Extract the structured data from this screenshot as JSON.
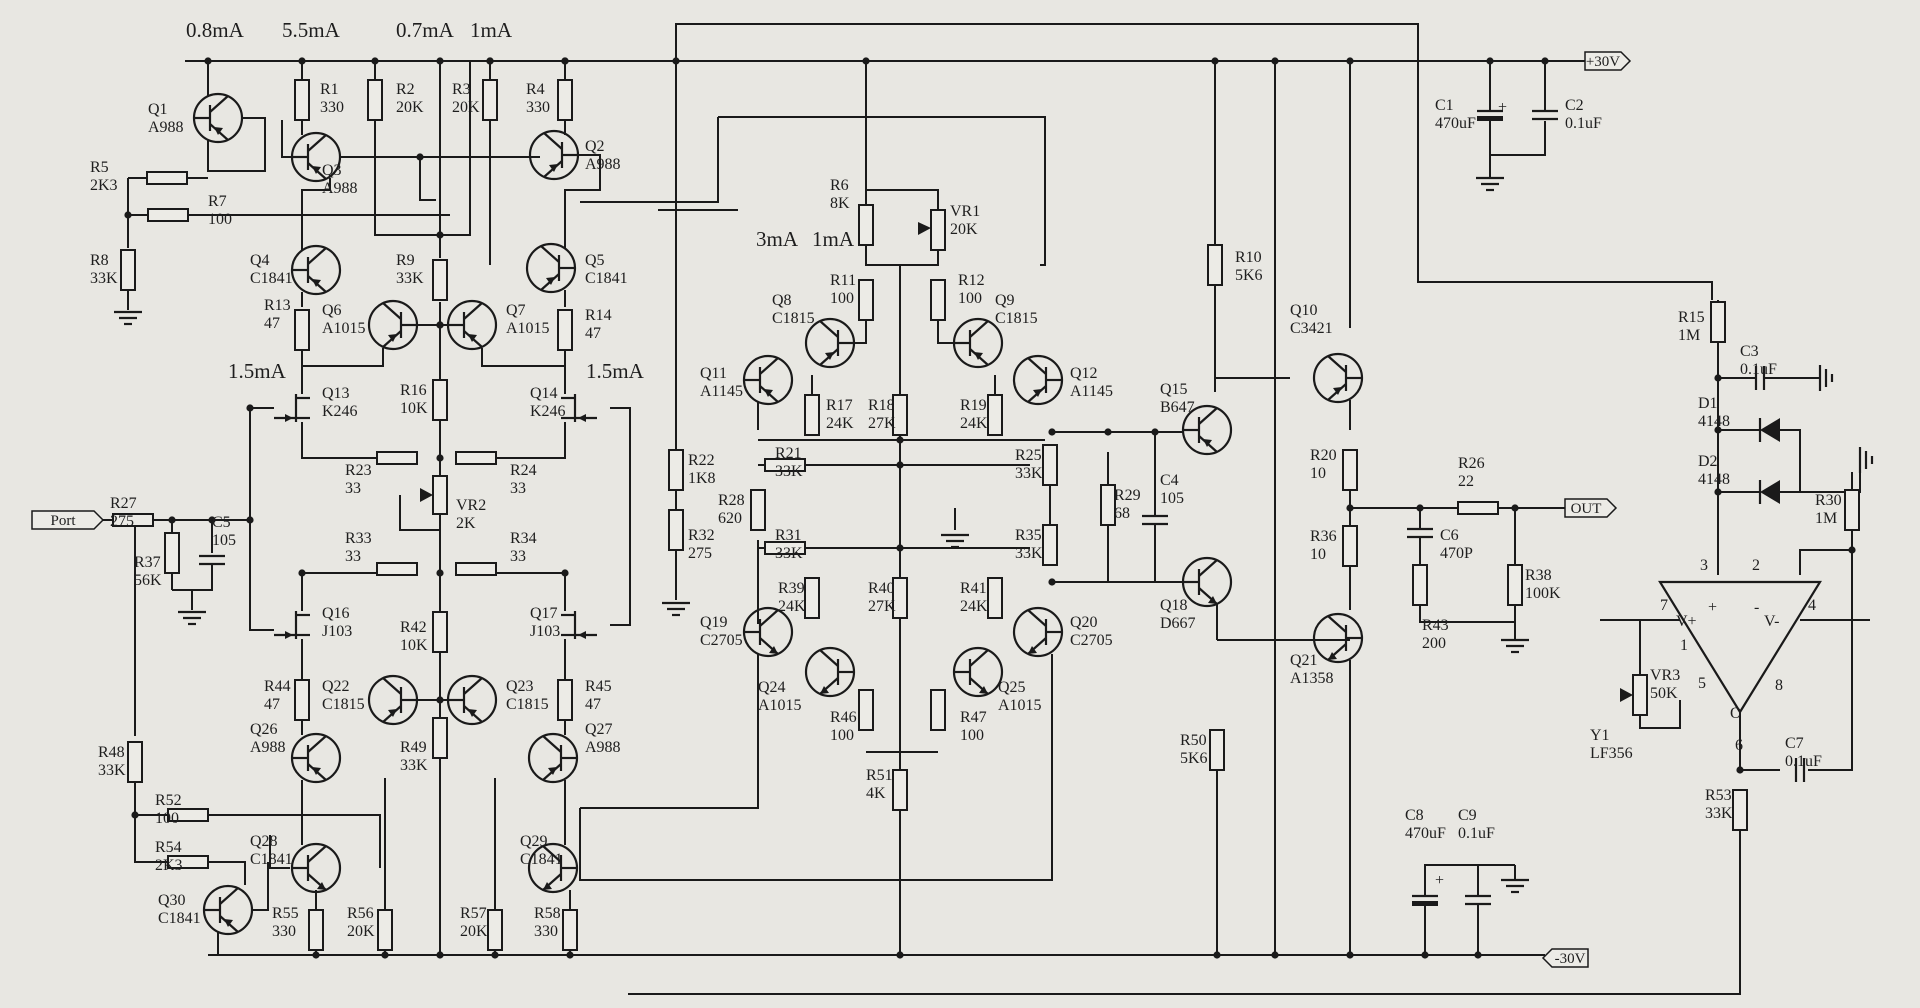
{
  "current_labels": [
    {
      "id": "c-q1",
      "text": "0.8mA"
    },
    {
      "id": "c-q3",
      "text": "5.5mA"
    },
    {
      "id": "c-r3",
      "text": "0.7mA"
    },
    {
      "id": "c-r4",
      "text": "1mA"
    },
    {
      "id": "c-q13",
      "text": "1.5mA"
    },
    {
      "id": "c-q14",
      "text": "1.5mA"
    },
    {
      "id": "c-q8",
      "text": "3mA"
    },
    {
      "id": "c-q9",
      "text": "1mA"
    }
  ],
  "ports": [
    {
      "id": "port-in",
      "text": "Port"
    },
    {
      "id": "port-pos",
      "text": "+30V"
    },
    {
      "id": "port-neg",
      "text": "-30V"
    },
    {
      "id": "port-out",
      "text": "OUT"
    }
  ],
  "components": [
    {
      "id": "Q1",
      "name": "Q1",
      "value": "A988"
    },
    {
      "id": "Q2",
      "name": "Q2",
      "value": "A988"
    },
    {
      "id": "Q3",
      "name": "Q3",
      "value": "A988"
    },
    {
      "id": "Q4",
      "name": "Q4",
      "value": "C1841"
    },
    {
      "id": "Q5",
      "name": "Q5",
      "value": "C1841"
    },
    {
      "id": "Q6",
      "name": "Q6",
      "value": "A1015"
    },
    {
      "id": "Q7",
      "name": "Q7",
      "value": "A1015"
    },
    {
      "id": "Q8",
      "name": "Q8",
      "value": "C1815"
    },
    {
      "id": "Q9",
      "name": "Q9",
      "value": "C1815"
    },
    {
      "id": "Q10",
      "name": "Q10",
      "value": "C3421"
    },
    {
      "id": "Q11",
      "name": "Q11",
      "value": "A1145"
    },
    {
      "id": "Q12",
      "name": "Q12",
      "value": "A1145"
    },
    {
      "id": "Q13",
      "name": "Q13",
      "value": "K246"
    },
    {
      "id": "Q14",
      "name": "Q14",
      "value": "K246"
    },
    {
      "id": "Q15",
      "name": "Q15",
      "value": "B647"
    },
    {
      "id": "Q16",
      "name": "Q16",
      "value": "J103"
    },
    {
      "id": "Q17",
      "name": "Q17",
      "value": "J103"
    },
    {
      "id": "Q18",
      "name": "Q18",
      "value": "D667"
    },
    {
      "id": "Q19",
      "name": "Q19",
      "value": "C2705"
    },
    {
      "id": "Q20",
      "name": "Q20",
      "value": "C2705"
    },
    {
      "id": "Q21",
      "name": "Q21",
      "value": "A1358"
    },
    {
      "id": "Q22",
      "name": "Q22",
      "value": "C1815"
    },
    {
      "id": "Q23",
      "name": "Q23",
      "value": "C1815"
    },
    {
      "id": "Q24",
      "name": "Q24",
      "value": "A1015"
    },
    {
      "id": "Q25",
      "name": "Q25",
      "value": "A1015"
    },
    {
      "id": "Q26",
      "name": "Q26",
      "value": "A988"
    },
    {
      "id": "Q27",
      "name": "Q27",
      "value": "A988"
    },
    {
      "id": "Q28",
      "name": "Q28",
      "value": "C1841"
    },
    {
      "id": "Q29",
      "name": "Q29",
      "value": "C1841"
    },
    {
      "id": "Q30",
      "name": "Q30",
      "value": "C1841"
    },
    {
      "id": "R1",
      "name": "R1",
      "value": "330"
    },
    {
      "id": "R2",
      "name": "R2",
      "value": "20K"
    },
    {
      "id": "R3",
      "name": "R3",
      "value": "20K"
    },
    {
      "id": "R4",
      "name": "R4",
      "value": "330"
    },
    {
      "id": "R5",
      "name": "R5",
      "value": "2K3"
    },
    {
      "id": "R6",
      "name": "R6",
      "value": "8K"
    },
    {
      "id": "R7",
      "name": "R7",
      "value": "100"
    },
    {
      "id": "R8",
      "name": "R8",
      "value": "33K"
    },
    {
      "id": "R9",
      "name": "R9",
      "value": "33K"
    },
    {
      "id": "R10",
      "name": "R10",
      "value": "5K6"
    },
    {
      "id": "R11",
      "name": "R11",
      "value": "100"
    },
    {
      "id": "R12",
      "name": "R12",
      "value": "100"
    },
    {
      "id": "R13",
      "name": "R13",
      "value": "47"
    },
    {
      "id": "R14",
      "name": "R14",
      "value": "47"
    },
    {
      "id": "R15",
      "name": "R15",
      "value": "1M"
    },
    {
      "id": "R16",
      "name": "R16",
      "value": "10K"
    },
    {
      "id": "R17",
      "name": "R17",
      "value": "24K"
    },
    {
      "id": "R18",
      "name": "R18",
      "value": "27K"
    },
    {
      "id": "R19",
      "name": "R19",
      "value": "24K"
    },
    {
      "id": "R20",
      "name": "R20",
      "value": "10"
    },
    {
      "id": "R21",
      "name": "R21",
      "value": "33K"
    },
    {
      "id": "R22",
      "name": "R22",
      "value": "1K8"
    },
    {
      "id": "R23",
      "name": "R23",
      "value": "33"
    },
    {
      "id": "R24",
      "name": "R24",
      "value": "33"
    },
    {
      "id": "R25",
      "name": "R25",
      "value": "33K"
    },
    {
      "id": "R26",
      "name": "R26",
      "value": "22"
    },
    {
      "id": "R27",
      "name": "R27",
      "value": "275"
    },
    {
      "id": "R28",
      "name": "R28",
      "value": "620"
    },
    {
      "id": "R29",
      "name": "R29",
      "value": "68"
    },
    {
      "id": "R30",
      "name": "R30",
      "value": "1M"
    },
    {
      "id": "R31",
      "name": "R31",
      "value": "33K"
    },
    {
      "id": "R32",
      "name": "R32",
      "value": "275"
    },
    {
      "id": "R33",
      "name": "R33",
      "value": "33"
    },
    {
      "id": "R34",
      "name": "R34",
      "value": "33"
    },
    {
      "id": "R35",
      "name": "R35",
      "value": "33K"
    },
    {
      "id": "R36",
      "name": "R36",
      "value": "10"
    },
    {
      "id": "R37",
      "name": "R37",
      "value": "56K"
    },
    {
      "id": "R38",
      "name": "R38",
      "value": "100K"
    },
    {
      "id": "R39",
      "name": "R39",
      "value": "24K"
    },
    {
      "id": "R40",
      "name": "R40",
      "value": "27K"
    },
    {
      "id": "R41",
      "name": "R41",
      "value": "24K"
    },
    {
      "id": "R42",
      "name": "R42",
      "value": "10K"
    },
    {
      "id": "R43",
      "name": "R43",
      "value": "200"
    },
    {
      "id": "R44",
      "name": "R44",
      "value": "47"
    },
    {
      "id": "R45",
      "name": "R45",
      "value": "47"
    },
    {
      "id": "R46",
      "name": "R46",
      "value": "100"
    },
    {
      "id": "R47",
      "name": "R47",
      "value": "100"
    },
    {
      "id": "R48",
      "name": "R48",
      "value": "33K"
    },
    {
      "id": "R49",
      "name": "R49",
      "value": "33K"
    },
    {
      "id": "R50",
      "name": "R50",
      "value": "5K6"
    },
    {
      "id": "R51",
      "name": "R51",
      "value": "4K"
    },
    {
      "id": "R52",
      "name": "R52",
      "value": "100"
    },
    {
      "id": "R53",
      "name": "R53",
      "value": "33K"
    },
    {
      "id": "R54",
      "name": "R54",
      "value": "2K3"
    },
    {
      "id": "R55",
      "name": "R55",
      "value": "330"
    },
    {
      "id": "R56",
      "name": "R56",
      "value": "20K"
    },
    {
      "id": "R57",
      "name": "R57",
      "value": "20K"
    },
    {
      "id": "R58",
      "name": "R58",
      "value": "330"
    },
    {
      "id": "VR1",
      "name": "VR1",
      "value": "20K"
    },
    {
      "id": "VR2",
      "name": "VR2",
      "value": "2K"
    },
    {
      "id": "VR3",
      "name": "VR3",
      "value": "50K"
    },
    {
      "id": "C1",
      "name": "C1",
      "value": "470uF"
    },
    {
      "id": "C2",
      "name": "C2",
      "value": "0.1uF"
    },
    {
      "id": "C3",
      "name": "C3",
      "value": "0.1uF"
    },
    {
      "id": "C4",
      "name": "C4",
      "value": "105"
    },
    {
      "id": "C5",
      "name": "C5",
      "value": "105"
    },
    {
      "id": "C6",
      "name": "C6",
      "value": "470P"
    },
    {
      "id": "C7",
      "name": "C7",
      "value": "0.1uF"
    },
    {
      "id": "C8",
      "name": "C8",
      "value": "470uF"
    },
    {
      "id": "C9",
      "name": "C9",
      "value": "0.1uF"
    },
    {
      "id": "D1",
      "name": "D1",
      "value": "4148"
    },
    {
      "id": "D2",
      "name": "D2",
      "value": "4148"
    },
    {
      "id": "Y1",
      "name": "Y1",
      "value": "LF356"
    }
  ],
  "opamp_pins": [
    {
      "id": "p-vplus",
      "text": "V+"
    },
    {
      "id": "p-vminus",
      "text": "V-"
    },
    {
      "id": "p-plus",
      "text": "+"
    },
    {
      "id": "p-minus",
      "text": "-"
    },
    {
      "id": "p-o",
      "text": "O"
    },
    {
      "id": "p-1",
      "text": "1"
    },
    {
      "id": "p-2",
      "text": "2"
    },
    {
      "id": "p-3",
      "text": "3"
    },
    {
      "id": "p-4",
      "text": "4"
    },
    {
      "id": "p-5",
      "text": "5"
    },
    {
      "id": "p-6",
      "text": "6"
    },
    {
      "id": "p-7",
      "text": "7"
    },
    {
      "id": "p-8",
      "text": "8"
    }
  ],
  "cap_polarity": [
    {
      "id": "pol-c1",
      "text": "+"
    },
    {
      "id": "pol-c8",
      "text": "+"
    }
  ]
}
